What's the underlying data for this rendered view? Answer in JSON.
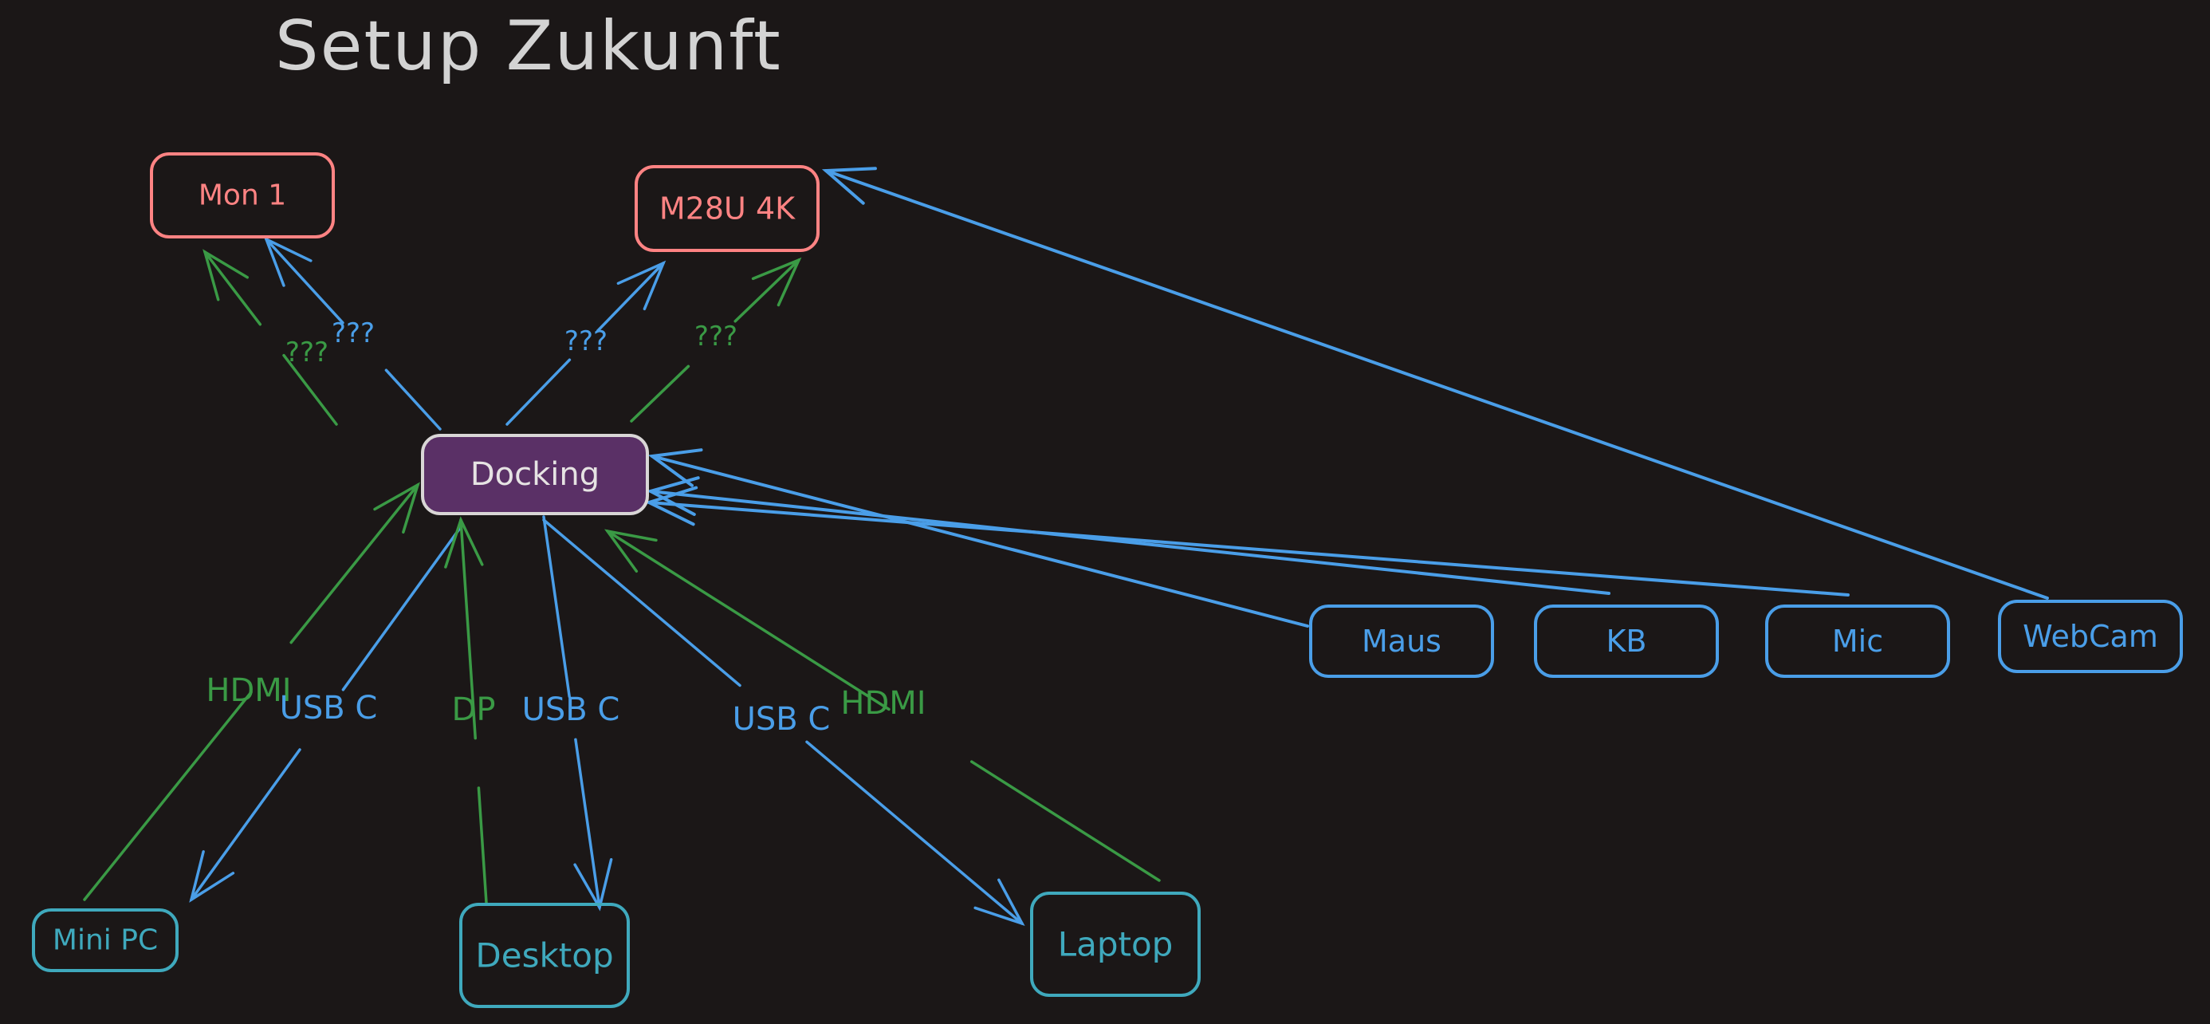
{
  "title": "Setup Zukunft",
  "colors": {
    "background": "#1b1717",
    "title": "#d3d3d3",
    "monitor": "#ff8383",
    "peripheral": "#4a9ee8",
    "computer": "#3fa9bd",
    "dock_fill": "#5a3066",
    "dock_stroke": "#d9d6d6",
    "dock_text": "#e6e3e3",
    "hdmi_dp": "#3a9a45",
    "usb": "#4a9ee8"
  },
  "nodes": [
    {
      "id": "mon1",
      "label": "Mon 1",
      "kind": "monitor"
    },
    {
      "id": "m28u",
      "label": "M28U 4K",
      "kind": "monitor"
    },
    {
      "id": "dock",
      "label": "Docking",
      "kind": "dock"
    },
    {
      "id": "maus",
      "label": "Maus",
      "kind": "peripheral"
    },
    {
      "id": "kb",
      "label": "KB",
      "kind": "peripheral"
    },
    {
      "id": "mic",
      "label": "Mic",
      "kind": "peripheral"
    },
    {
      "id": "webcam",
      "label": "WebCam",
      "kind": "peripheral"
    },
    {
      "id": "minipc",
      "label": "Mini PC",
      "kind": "computer"
    },
    {
      "id": "desktop",
      "label": "Desktop",
      "kind": "computer"
    },
    {
      "id": "laptop",
      "label": "Laptop",
      "kind": "computer"
    }
  ],
  "edges": [
    {
      "from": "dock",
      "to": "mon1",
      "type": "video",
      "label": "???"
    },
    {
      "from": "dock",
      "to": "mon1",
      "type": "usb",
      "label": "???"
    },
    {
      "from": "dock",
      "to": "m28u",
      "type": "usb",
      "label": "???"
    },
    {
      "from": "dock",
      "to": "m28u",
      "type": "video",
      "label": "???"
    },
    {
      "from": "webcam",
      "to": "m28u",
      "type": "usb",
      "label": ""
    },
    {
      "from": "maus",
      "to": "dock",
      "type": "usb",
      "label": ""
    },
    {
      "from": "kb",
      "to": "dock",
      "type": "usb",
      "label": ""
    },
    {
      "from": "mic",
      "to": "dock",
      "type": "usb",
      "label": ""
    },
    {
      "from": "minipc",
      "to": "dock",
      "type": "video",
      "label": "HDMI"
    },
    {
      "from": "dock",
      "to": "minipc",
      "type": "usb",
      "label": "USB C"
    },
    {
      "from": "desktop",
      "to": "dock",
      "type": "video",
      "label": "DP"
    },
    {
      "from": "dock",
      "to": "desktop",
      "type": "usb",
      "label": "USB C"
    },
    {
      "from": "dock",
      "to": "laptop",
      "type": "usb",
      "label": "USB C"
    },
    {
      "from": "laptop",
      "to": "dock",
      "type": "video",
      "label": "HDMI"
    }
  ]
}
